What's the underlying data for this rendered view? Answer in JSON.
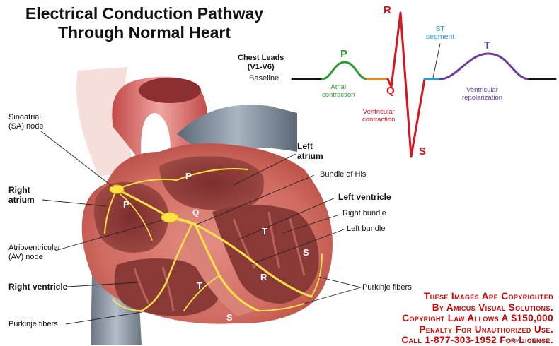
{
  "title": {
    "line1": "Electrical Conduction Pathway",
    "line2": "Through Normal Heart"
  },
  "ecg": {
    "leads_line1": "Chest Leads",
    "leads_line2": "(V1-V6)",
    "baseline": "Baseline",
    "p": "P",
    "q": "Q",
    "r": "R",
    "s": "S",
    "t": "T",
    "st_line1": "ST",
    "st_line2": "segment",
    "atrial_line1": "Atrial",
    "atrial_line2": "contraction",
    "ventricular_line1": "Ventricular",
    "ventricular_line2": "contraction",
    "repol_line1": "Ventricular",
    "repol_line2": "repolarization",
    "colors": {
      "p": "#2e9a2e",
      "qrs": "#d8141c",
      "st": "#1f9fd6",
      "t": "#6a3d9a",
      "pr": "#f08c1e",
      "baseline": "#111111"
    }
  },
  "labels": {
    "sa_line1": "Sinoatrial",
    "sa_line2": "(SA) node",
    "right_atrium_line1": "Right",
    "right_atrium_line2": "atrium",
    "av_line1": "Atrioventricular",
    "av_line2": "(AV) node",
    "right_ventricle": "Right ventricle",
    "purkinje_left": "Purkinje fibers",
    "left_atrium_line1": "Left",
    "left_atrium_line2": "atrium",
    "bundle_his": "Bundle of His",
    "left_ventricle": "Left ventricle",
    "right_bundle": "Right bundle",
    "left_bundle": "Left bundle",
    "purkinje_right": "Purkinje fibers"
  },
  "heart_letters": {
    "p_right_atrium": "P",
    "p_left_atrium": "P",
    "q": "Q",
    "t_left": "T",
    "t_right": "T",
    "r": "R",
    "s_left": "S",
    "s_right": "S"
  },
  "copyright": {
    "line1": "These Images Are Copyrighted",
    "line2": "By Amicus Visual Solutions.",
    "line3": "Copyright Law Allows A $150,000",
    "line4": "Penalty For Unauthorized Use.",
    "line5": "Call 1-877-303-1952 For License."
  },
  "footnote": "© 2008 AVS - Ptroge Inc"
}
